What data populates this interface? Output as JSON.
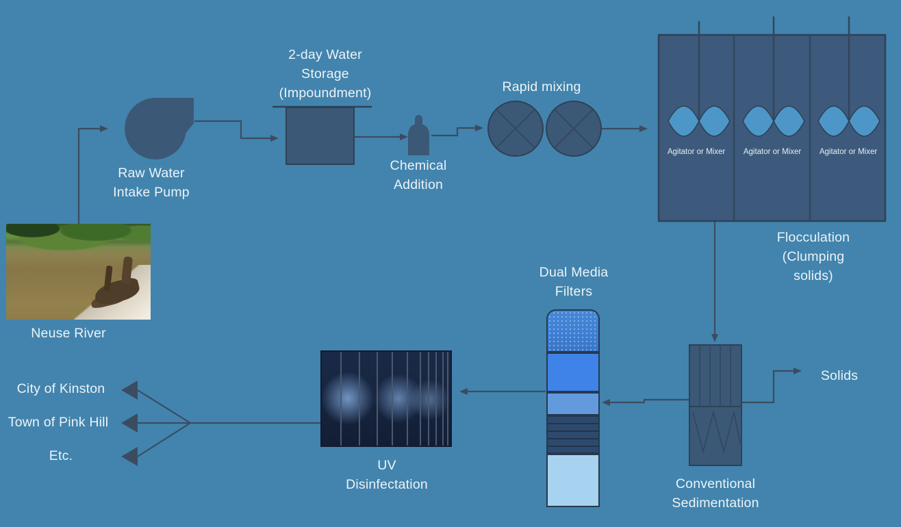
{
  "diagram": {
    "colors": {
      "background": "#4284ad",
      "shape_fill": "#3c5877",
      "shape_stroke": "#2e4156",
      "connector": "#3b4c61",
      "agitator_paddle": "#4d97c8",
      "text": "#edf3f8",
      "filter_sections": [
        "#3e7fd3",
        "#3f82e8",
        "#639ade",
        "#2d4a6e",
        "#a7d2f0"
      ],
      "uv_chamber": "#16243d",
      "uv_glow": "#80a8da"
    },
    "nodes": {
      "neuse_river": {
        "label": "Neuse River"
      },
      "raw_water_pump": {
        "label": "Raw Water\nIntake Pump"
      },
      "storage": {
        "label": "2-day Water\nStorage\n(Impoundment)"
      },
      "chemical": {
        "label": "Chemical\nAddition"
      },
      "rapid_mixing": {
        "label": "Rapid mixing"
      },
      "flocculation": {
        "label": "Flocculation\n(Clumping solids)",
        "agitator_label": "Agitator or Mixer"
      },
      "sedimentation": {
        "label": "Conventional\nSedimentation"
      },
      "solids": {
        "label": "Solids"
      },
      "filters": {
        "label": "Dual Media\nFilters"
      },
      "uv": {
        "label": "UV\nDisinfectation"
      },
      "destinations": [
        "City of Kinston",
        "Town of Pink Hill",
        "Etc."
      ]
    }
  }
}
